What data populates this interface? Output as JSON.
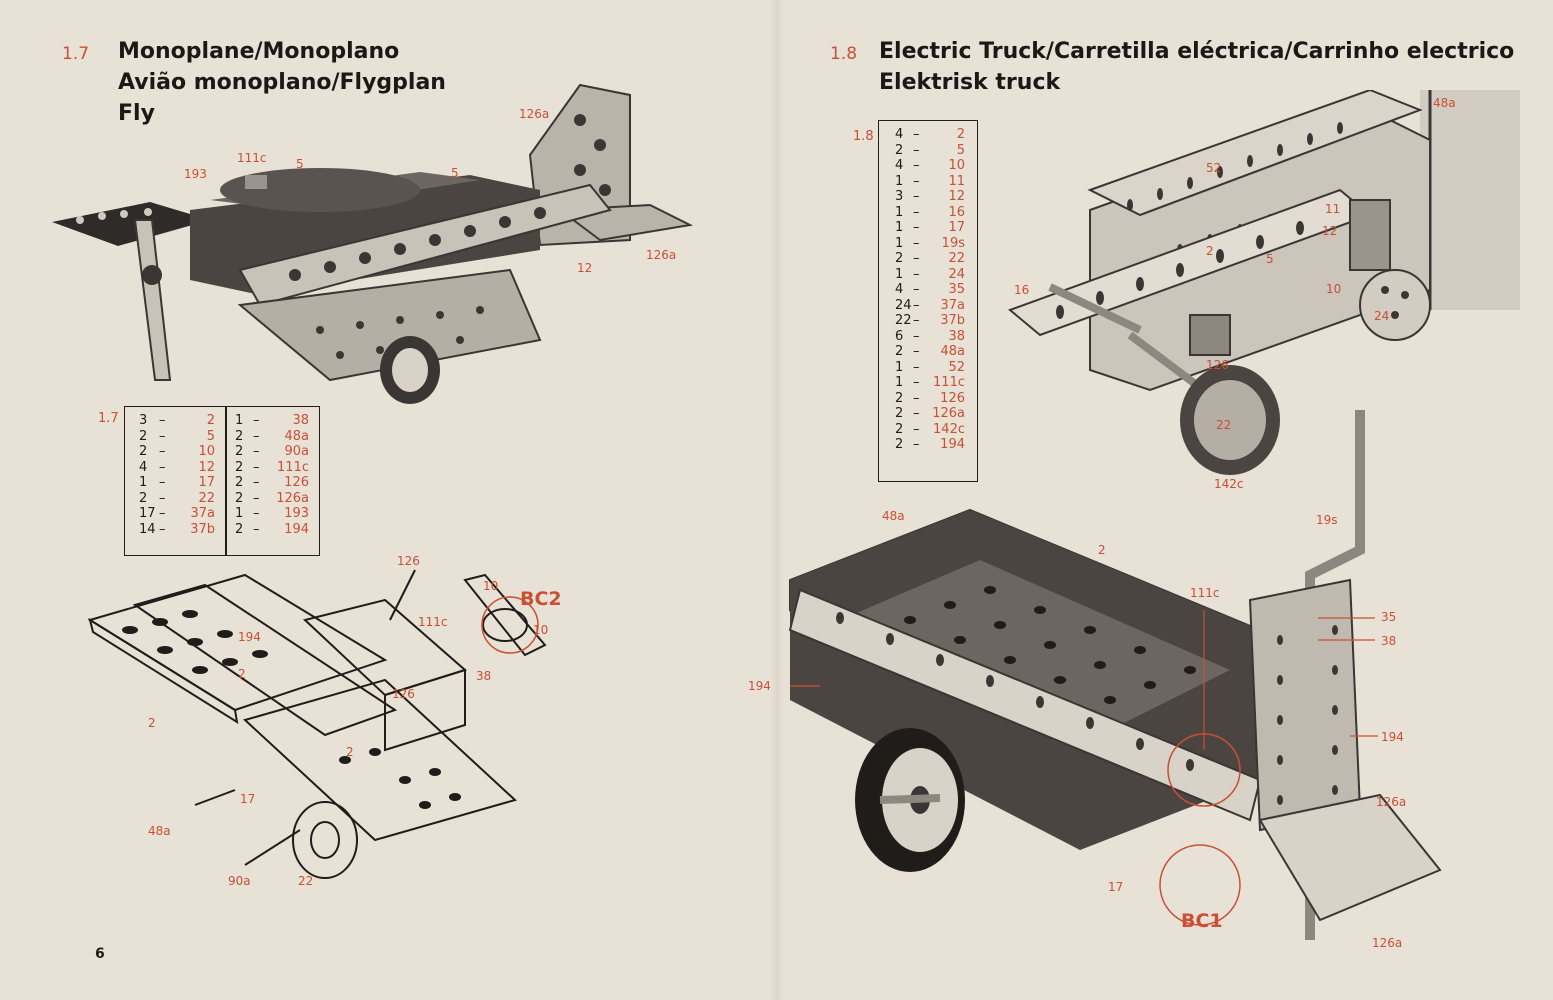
{
  "left": {
    "section_number": "1.7",
    "title_lines": [
      "Monoplane/Monoplano",
      "Avião monoplano/Flygplan",
      "Fly"
    ],
    "table_label": "1.7",
    "table_col1": [
      {
        "qty": "3",
        "part": "2"
      },
      {
        "qty": "2",
        "part": "5"
      },
      {
        "qty": "2",
        "part": "10"
      },
      {
        "qty": "4",
        "part": "12"
      },
      {
        "qty": "1",
        "part": "17"
      },
      {
        "qty": "2",
        "part": "22"
      },
      {
        "qty": "17",
        "part": "37a"
      },
      {
        "qty": "14",
        "part": "37b"
      }
    ],
    "table_col2": [
      {
        "qty": "1",
        "part": "38"
      },
      {
        "qty": "2",
        "part": "48a"
      },
      {
        "qty": "2",
        "part": "90a"
      },
      {
        "qty": "2",
        "part": "111c"
      },
      {
        "qty": "2",
        "part": "126"
      },
      {
        "qty": "2",
        "part": "126a"
      },
      {
        "qty": "1",
        "part": "193"
      },
      {
        "qty": "2",
        "part": "194"
      }
    ],
    "callouts_top": {
      "c193": "193",
      "c111c": "111c",
      "c5a": "5",
      "c5b": "5",
      "c126a_top": "126a",
      "c12": "12",
      "c126a_right": "126a"
    },
    "callouts_bottom": {
      "c126": "126",
      "c10a": "10",
      "bc2": "BC2",
      "c10b": "10",
      "c194": "194",
      "c111c": "111c",
      "c2a": "2",
      "c126b": "126",
      "c38": "38",
      "c2b": "2",
      "c2c": "2",
      "c17": "17",
      "c48a": "48a",
      "c90a": "90a",
      "c22": "22"
    },
    "page_number": "6"
  },
  "right": {
    "section_number": "1.8",
    "title_lines": [
      "Electric Truck/Carretilla eléctrica/Carrinho electrico",
      "Elektrisk truck"
    ],
    "table_label": "1.8",
    "table_rows": [
      {
        "qty": "4",
        "part": "2"
      },
      {
        "qty": "2",
        "part": "5"
      },
      {
        "qty": "4",
        "part": "10"
      },
      {
        "qty": "1",
        "part": "11"
      },
      {
        "qty": "3",
        "part": "12"
      },
      {
        "qty": "1",
        "part": "16"
      },
      {
        "qty": "1",
        "part": "17"
      },
      {
        "qty": "1",
        "part": "19s"
      },
      {
        "qty": "2",
        "part": "22"
      },
      {
        "qty": "1",
        "part": "24"
      },
      {
        "qty": "4",
        "part": "35"
      },
      {
        "qty": "24",
        "part": "37a"
      },
      {
        "qty": "22",
        "part": "37b"
      },
      {
        "qty": "6",
        "part": "38"
      },
      {
        "qty": "2",
        "part": "48a"
      },
      {
        "qty": "1",
        "part": "52"
      },
      {
        "qty": "1",
        "part": "111c"
      },
      {
        "qty": "2",
        "part": "126"
      },
      {
        "qty": "2",
        "part": "126a"
      },
      {
        "qty": "2",
        "part": "142c"
      },
      {
        "qty": "2",
        "part": "194"
      }
    ],
    "callouts_top": {
      "c48a": "48a",
      "c52": "52",
      "c11": "11",
      "c12": "12",
      "c2": "2",
      "c5": "5",
      "c16": "16",
      "c10": "10",
      "c24": "24",
      "c126": "126",
      "c22": "22",
      "c142c": "142c"
    },
    "callouts_bottom": {
      "c48a": "48a",
      "c2": "2",
      "c19s": "19s",
      "c111c": "111c",
      "c35": "35",
      "c38": "38",
      "c194a": "194",
      "c194b": "194",
      "c126a_a": "126a",
      "c17": "17",
      "bc1": "BC1",
      "c126a_b": "126a"
    }
  },
  "colors": {
    "paper": "#e8e2d6",
    "ink": "#1f1c19",
    "accent_red": "#c94f35",
    "metal_dark": "#3a3633",
    "metal_mid": "#8d8780",
    "metal_light": "#cfc9bf"
  }
}
